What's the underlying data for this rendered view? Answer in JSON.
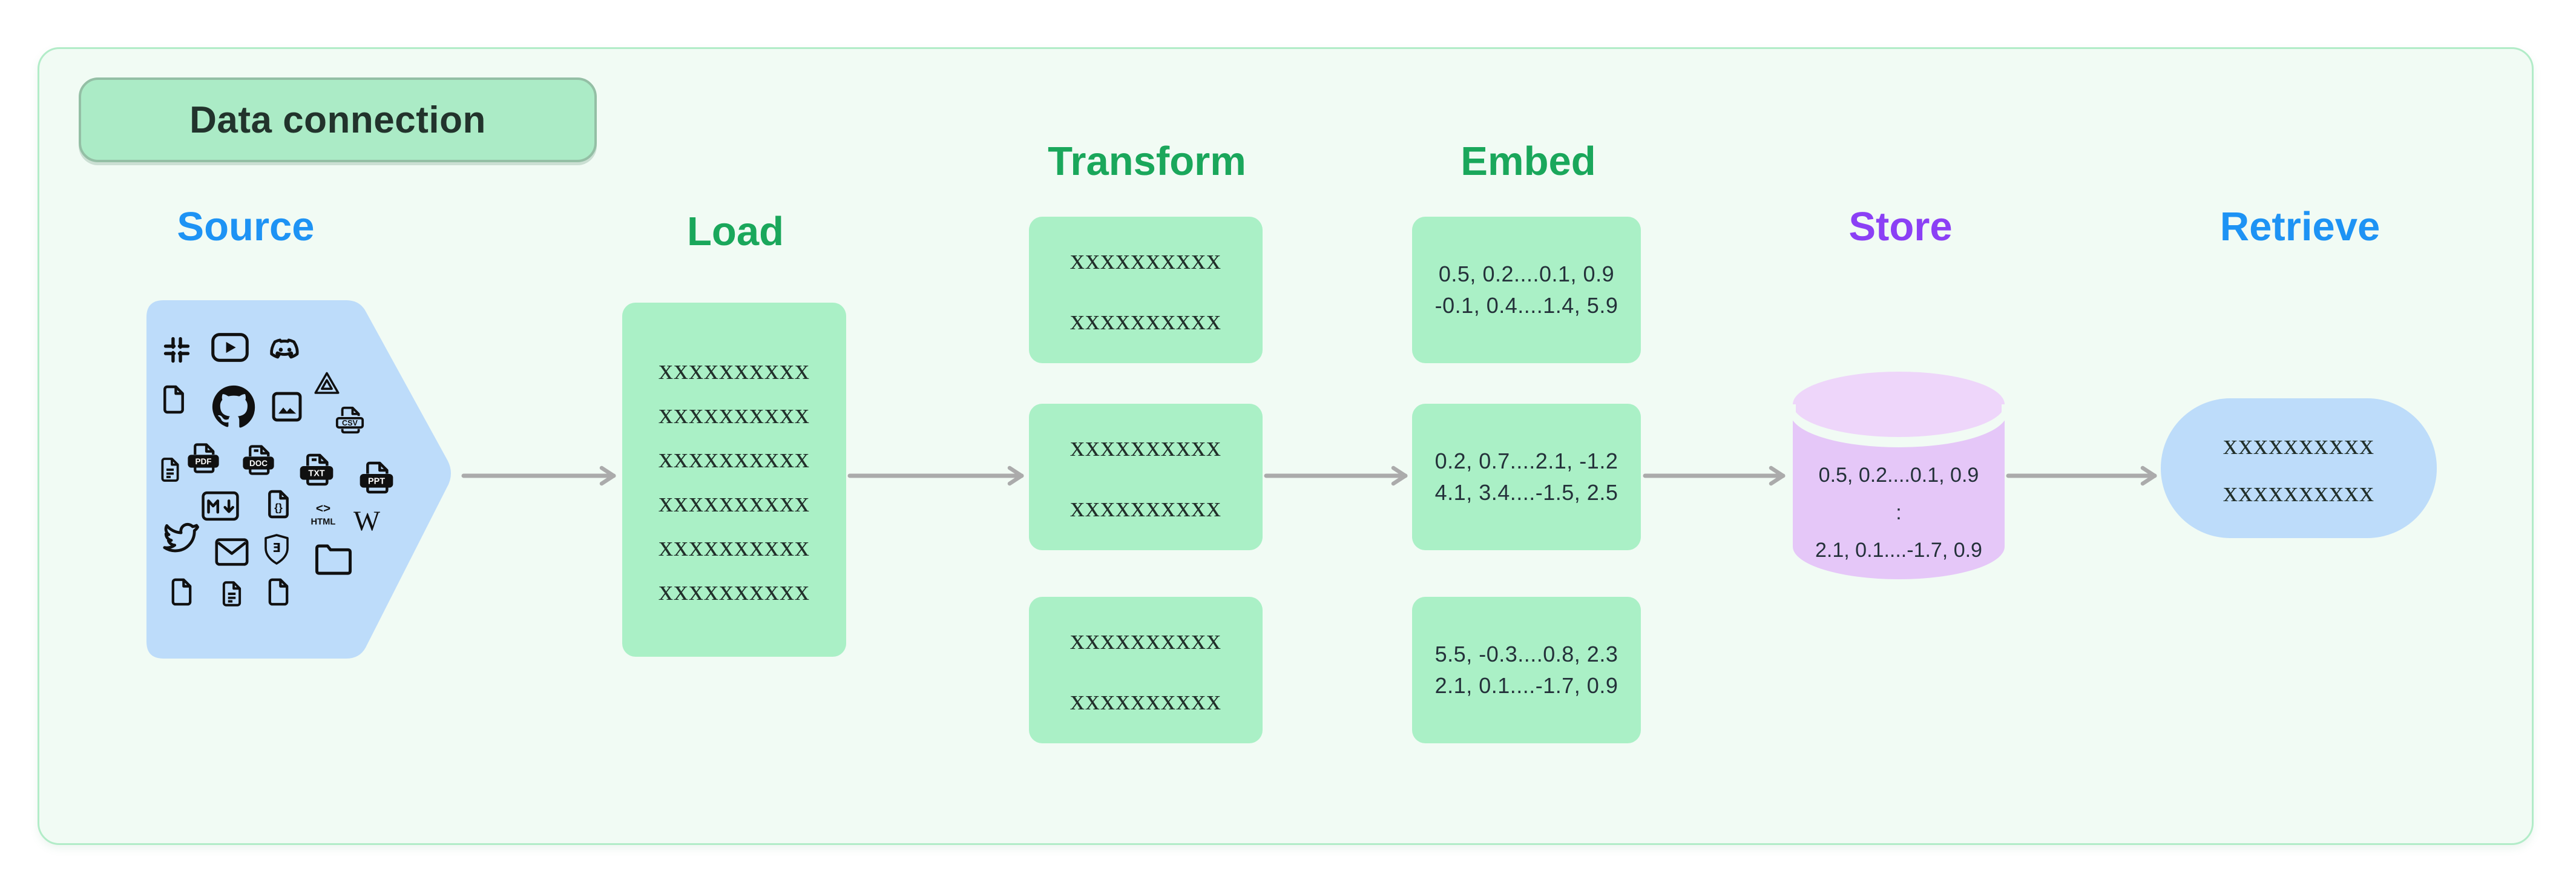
{
  "title_badge": {
    "label": "Data connection",
    "fill": "#abebc6",
    "border": "#94bfa5"
  },
  "headings": {
    "source": {
      "label": "Source",
      "color": "#1E93F4"
    },
    "load": {
      "label": "Load",
      "color": "#1AA75B"
    },
    "transform": {
      "label": "Transform",
      "color": "#1AA75B"
    },
    "embed": {
      "label": "Embed",
      "color": "#1AA75B"
    },
    "store": {
      "label": "Store",
      "color": "#8B40F5"
    },
    "retrieve": {
      "label": "Retrieve",
      "color": "#1E93F4"
    }
  },
  "source": {
    "icons": [
      "slack-icon",
      "youtube-icon",
      "discord-icon",
      "file-icon",
      "github-icon",
      "image-icon",
      "google-drive-icon",
      "csv-file-icon",
      "file-lines-icon",
      "pdf-file-icon",
      "doc-file-icon",
      "txt-file-icon",
      "ppt-file-icon",
      "markdown-icon",
      "json-file-icon",
      "html-icon",
      "wikipedia-icon",
      "twitter-icon",
      "mail-icon",
      "shield-icon",
      "folder-icon",
      "file-icon",
      "file-lines-icon",
      "file-icon"
    ]
  },
  "icon_labels": {
    "csv": "CSV",
    "pdf": "PDF",
    "doc": "DOC",
    "txt": "TXT",
    "ppt": "PPT",
    "json": "{}",
    "html_brackets": "<>",
    "html": "HTML",
    "wikipedia": "W",
    "shield_glyph": "Ǝ"
  },
  "load": {
    "lines": [
      "xxxxxxxxxx",
      "xxxxxxxxxx",
      "xxxxxxxxxx",
      "xxxxxxxxxx",
      "xxxxxxxxxx",
      "xxxxxxxxxx"
    ]
  },
  "transform": {
    "boxes": [
      [
        "xxxxxxxxxx",
        "xxxxxxxxxx"
      ],
      [
        "xxxxxxxxxx",
        "xxxxxxxxxx"
      ],
      [
        "xxxxxxxxxx",
        "xxxxxxxxxx"
      ]
    ]
  },
  "embed": {
    "boxes": [
      [
        "0.5, 0.2....0.1, 0.9",
        "-0.1, 0.4....1.4, 5.9"
      ],
      [
        "0.2, 0.7....2.1, -1.2",
        "4.1, 3.4....-1.5, 2.5"
      ],
      [
        "5.5, -0.3....0.8, 2.3",
        "2.1, 0.1....-1.7, 0.9"
      ]
    ]
  },
  "store": {
    "lines": [
      "0.5, 0.2....0.1, 0.9",
      ":",
      "2.1, 0.1....-1.7, 0.9"
    ]
  },
  "retrieve": {
    "lines": [
      "xxxxxxxxxx",
      "xxxxxxxxxx"
    ]
  },
  "colors": {
    "board_bg": "#f1fbf4",
    "board_border": "#b2ecc8",
    "green_box": "#aaf0c6",
    "blue_shape": "#bddcfa",
    "cylinder_lid": "#eed6fa",
    "cylinder_body": "#e5c7f8",
    "arrow": "#ababab",
    "text_dark": "#22302b"
  }
}
